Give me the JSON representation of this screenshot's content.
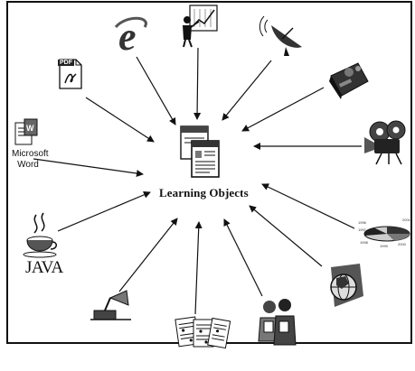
{
  "diagram": {
    "center": {
      "label": "Learning Objects",
      "icon": "stacked-documents-icon"
    },
    "peripherals": [
      {
        "id": "internet-explorer",
        "icon": "internet-explorer-icon"
      },
      {
        "id": "presenter-chart",
        "icon": "presenter-chart-icon"
      },
      {
        "id": "satellite-dish",
        "icon": "satellite-dish-icon"
      },
      {
        "id": "video-projector",
        "icon": "projector-icon"
      },
      {
        "id": "film-camera",
        "icon": "film-camera-icon"
      },
      {
        "id": "pie-chart",
        "icon": "pie-chart-icon"
      },
      {
        "id": "globe",
        "icon": "globe-icon"
      },
      {
        "id": "students",
        "icon": "students-icon"
      },
      {
        "id": "sheet-music",
        "icon": "sheet-music-icon"
      },
      {
        "id": "gramophone",
        "icon": "gramophone-icon"
      },
      {
        "id": "java",
        "icon": "java-coffee-icon",
        "label": "JAVA"
      },
      {
        "id": "microsoft-word",
        "icon": "word-document-icon",
        "label_line1": "Microsoft",
        "label_line2": "Word"
      },
      {
        "id": "pdf",
        "icon": "pdf-document-icon",
        "label": "PDF"
      }
    ]
  }
}
